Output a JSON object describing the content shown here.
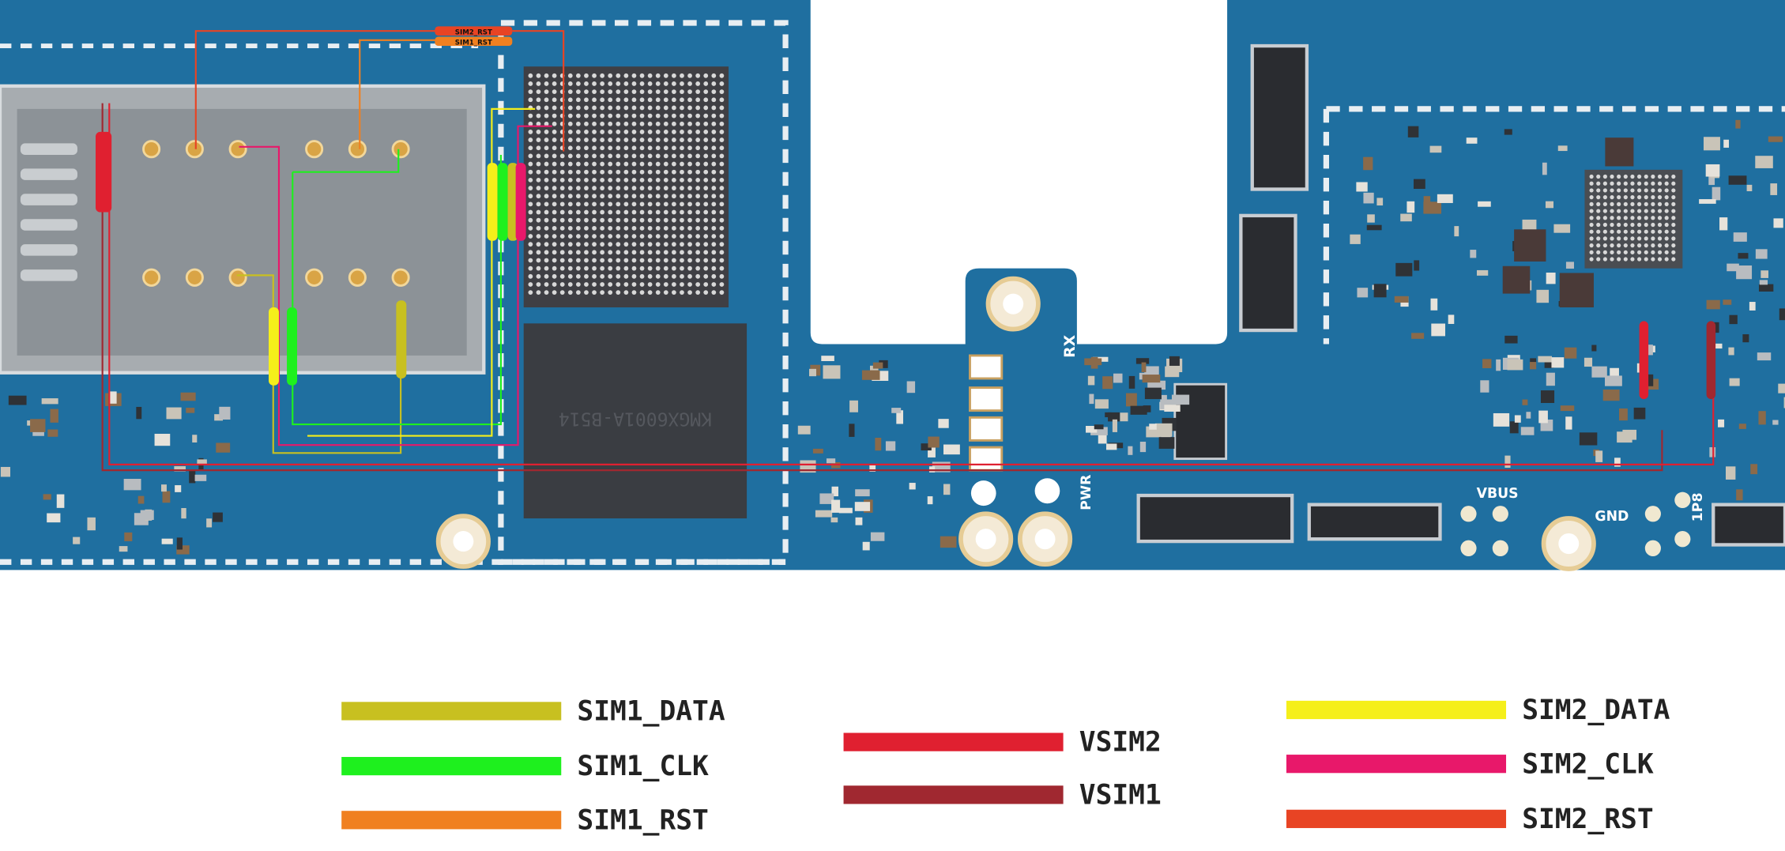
{
  "colors": {
    "board": "#1f6fa0",
    "board_dark": "#175a85",
    "white": "#ffffff",
    "SIM1_DATA": "#c8c020",
    "SIM1_CLK": "#1ef01e",
    "SIM1_RST": "#f08020",
    "VSIM2": "#e02030",
    "VSIM1": "#a02830",
    "SIM2_DATA": "#f5ef1a",
    "SIM2_CLK": "#e8186a",
    "SIM2_RST": "#e84424"
  },
  "board": {
    "silkscreen": [
      "RX",
      "PWR",
      "VBUS",
      "GND",
      "1P8"
    ],
    "connector_tags": [
      "SIM2_RST",
      "SIM1_RST"
    ],
    "chip_marking": "KMGX6001A-B514",
    "pad_tags": [
      "VSIM2",
      "VSIM1",
      "SIM1_DATA",
      "SIM1_CLK",
      "SIM2_DATA",
      "SIM2_CLK"
    ]
  },
  "legend": {
    "items": [
      {
        "key": "SIM1_DATA",
        "label": "SIM1_DATA"
      },
      {
        "key": "SIM1_CLK",
        "label": "SIM1_CLK"
      },
      {
        "key": "SIM1_RST",
        "label": "SIM1_RST"
      },
      {
        "key": "VSIM2",
        "label": "VSIM2"
      },
      {
        "key": "VSIM1",
        "label": "VSIM1"
      },
      {
        "key": "SIM2_DATA",
        "label": "SIM2_DATA"
      },
      {
        "key": "SIM2_CLK",
        "label": "SIM2_CLK"
      },
      {
        "key": "SIM2_RST",
        "label": "SIM2_RST"
      }
    ]
  }
}
